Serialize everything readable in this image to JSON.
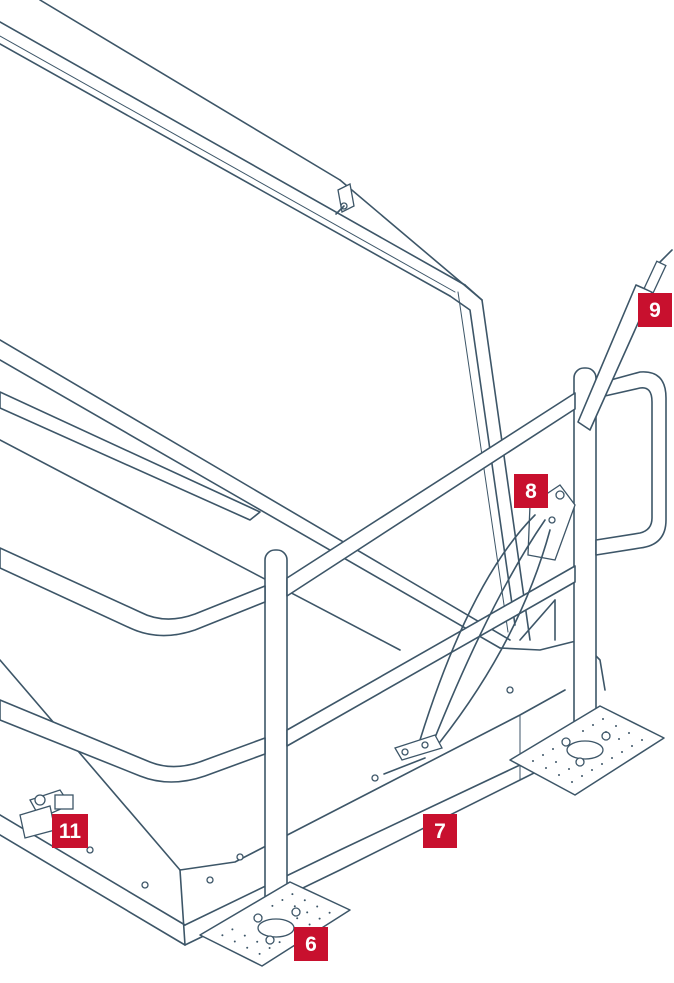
{
  "figure": {
    "callout_color": "#c8102e",
    "line_color": "#3d5668",
    "callouts": [
      {
        "id": "c9",
        "label": "9"
      },
      {
        "id": "c8",
        "label": "8"
      },
      {
        "id": "c7",
        "label": "7"
      },
      {
        "id": "c11",
        "label": "11"
      },
      {
        "id": "c6",
        "label": "6"
      }
    ]
  }
}
